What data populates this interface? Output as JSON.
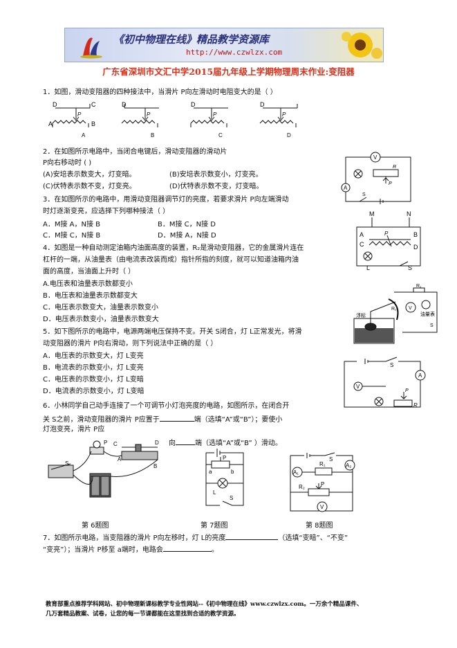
{
  "banner": {
    "title": "《初中物理在线》精品教学资源库",
    "url": "http://www.czwlzx.com"
  },
  "title": "广东省深圳市文汇中学2015届九年级上学期物理周末作业:变阻器",
  "q1": {
    "text": "1．如图，滑动变阻器的四种接法中，当滑片 P向左滑动时电阻变大的是（          ）",
    "labels": [
      "A",
      "B",
      "C",
      "D"
    ]
  },
  "q2": {
    "stem1": "2．在如图所示电路中，当闭合电键后，滑动变阻器的滑动片",
    "stem2": "P向右移动时              (         )",
    "opt_a": "(A)安培表示数变大，灯变暗。",
    "opt_b": "(B)安培表示数变小，灯变亮。",
    "opt_c": "(C)伏特表示数不变，灯变亮。",
    "opt_d": "(D)伏特表示数不变，灯变暗。"
  },
  "q3": {
    "stem1": "3．在如图所示的电路中，用滑动变阻器调节灯的亮度，若要求滑片 P向左端滑动",
    "stem2": "时灯逐渐变亮，应选择下列哪种接法（        ）",
    "opt_a": "A．M接 A，N接 B",
    "opt_b": "B．M接 C，N接 D",
    "opt_c": "C．M接 C，N接 B",
    "opt_d": "D．M接 A，N接 D",
    "fig": {
      "M": "M",
      "N": "N",
      "A": "A",
      "B": "B",
      "C": "C",
      "D": "D",
      "P": "P",
      "L": "L",
      "S": "S"
    }
  },
  "q4": {
    "stem1": "4．如图是一种自动测定油箱内油面高度的装置，R₂是滑动变阻器，它的金属滑片连在",
    "stem2": "杠杆的一端，从油量表（由电流表改装而成）指针所指的刻度，就可以知道油箱内油",
    "stem3": "面的高度，当油面上升时（        ）",
    "opt_a": "A.电压表和油量表示数都变小",
    "opt_b": "B．电压表和油量表示数都变大",
    "opt_c": "C．电压表示数变大，油量表示数变小",
    "opt_d": "D．电压表示数变小，油量表示数变大",
    "fig": {
      "float": "浮标",
      "meter": "油量表",
      "R1": "R₁",
      "R2": "R₂",
      "V": "V",
      "S": "S"
    }
  },
  "q5": {
    "stem1": "5．如下图所示的电路中，电源两端电压保持不变。开关 S闭合，灯 L正常发光，将滑",
    "stem2": "动变阻器的滑片 P向右滑动，则下列说法中正确的是（         ）",
    "opt_a": "A．电压表的示数变大，灯 L变亮",
    "opt_b": "B．电流表的示数变小，灯 L变亮",
    "opt_c": "C．电压表的示数变小，灯 L变暗",
    "opt_d": "D．电流表的示数变小，灯 L变暗",
    "fig": {
      "S": "S",
      "A": "A",
      "V": "V",
      "P": "P",
      "R": "R"
    }
  },
  "q6": {
    "stem1": "6．小林同学自己动手连接了一个可调节小灯泡亮度的电路，如图所示，在闭合开",
    "stem2a": "关 S之前，滑动变阻器的滑片 P应置于",
    "stem2b": "端（选填“A”或“B”）；要使小",
    "stem3": "灯泡变亮，滑片 P应",
    "stem4a": "向",
    "stem4b": "端（选填“A”或“B” ）滑动。"
  },
  "figures": {
    "cap6": "第 6题图",
    "cap7": "第 7题图",
    "cap8": "第 8题图",
    "fig6": {
      "P": "P",
      "C": "C",
      "D": "D",
      "A": "A",
      "B": "B",
      "S": "S"
    },
    "fig7": {
      "P": "P",
      "a": "a",
      "b": "b",
      "L": "L",
      "S": "S"
    },
    "fig8": {
      "S": "S",
      "A1": "A₁",
      "A2": "A₂",
      "R1": "R₁",
      "R2": "R₂",
      "P": "P",
      "V": "V"
    }
  },
  "q7": {
    "stem1a": "7．如图所示电路，当变阻器的滑片 P向左移时，灯 L的亮度",
    "stem1b": "（选填“变暗”、“不变”",
    "stem2a": "“变亮”）；当滑片 P移至 a端时，电路会",
    "stem2b": "。"
  },
  "footer": {
    "line1": "教育部重点推荐学科网站、初中物理新课标教学专业性网站--《初中物理在线》www.czwlzx.com。一万余个精品课件、",
    "line2": "几万套精品教案、试卷，让您的每一节课都能在这里找到合适的教学资源。"
  }
}
